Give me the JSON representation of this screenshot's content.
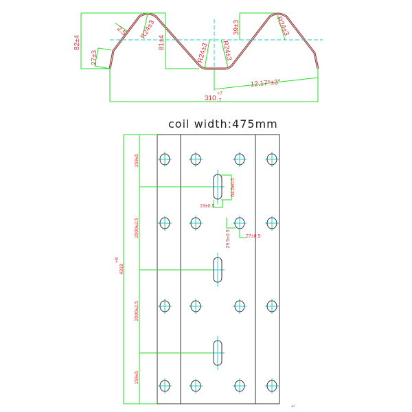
{
  "title": "coil width:475mm",
  "profile": {
    "dims": {
      "height_total": "82±4",
      "height_mid": "81±4",
      "height_right": "39±3",
      "lip": "27±3",
      "thickness": "2.5",
      "radius_1": "R24±3",
      "radius_2": "R24±3",
      "radius_3": "R24±3",
      "radius_4": "R24±3",
      "angle": "12.17°±3°",
      "width": "310",
      "width_tol_upper": "+7",
      "width_tol_lower": "-7"
    }
  },
  "plate": {
    "dims": {
      "total_length": "4318",
      "total_tol": "+8",
      "end_top": "159±5",
      "pitch_1": "2000±2.5",
      "pitch_2": "2000±2.5",
      "end_bottom": "159±5",
      "slot_length": "63.5±0.5",
      "slot_width": "19±0.5",
      "hole_offset": "29.5±0.5",
      "hole_width": "27±0.5"
    }
  },
  "colors": {
    "dimension": "#22dd22",
    "centerline": "#22cccc",
    "text": "#e0303a",
    "outline": "#333333"
  }
}
